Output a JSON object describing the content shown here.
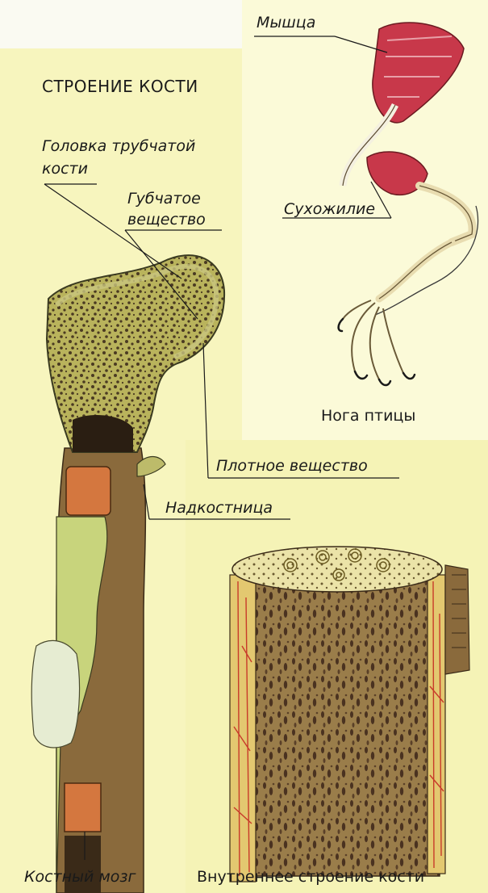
{
  "title": "СТРОЕНИЕ КОСТИ",
  "labels": {
    "head": [
      "Головка трубчатой",
      "кости"
    ],
    "spongy": [
      "Губчатое",
      "вещество"
    ],
    "compact": "Плотное вещество",
    "periosteum": "Надкостница",
    "marrow": "Костный мозг",
    "muscle": "Мышца",
    "tendon": "Сухожилие"
  },
  "captions": {
    "bird_leg": "Нога птицы",
    "inner_structure": "Внутреннее строение кости"
  },
  "colors": {
    "panel_yellow": "#f6f3b4",
    "bone_olive": "#b4b36a",
    "spongy_dots": "#4a3a22",
    "marrow_orange": "#d4773f",
    "shaft_green": "#c8d47c",
    "periosteum_brown": "#8a6a3c",
    "muscle_red": "#c8384a",
    "vessel_red": "#c83a2a"
  }
}
